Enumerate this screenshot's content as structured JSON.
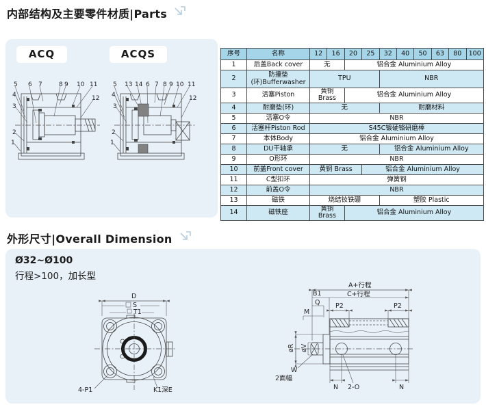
{
  "colors": {
    "panel_bg": "#e9f1f8",
    "table_header_bg": "#a5d5e8",
    "table_alt_row_bg": "#cfe9f4",
    "table_border": "#4a4a4a",
    "line": "#444444",
    "arrow_icon": "#b5cde0"
  },
  "titles": {
    "parts_section": "内部结构及主要零件材质|Parts",
    "dimension_section": "外形尺寸|Overall Dimension"
  },
  "diagram_panel": {
    "model_left": "ACQ",
    "model_right": "ACQS",
    "acq": {
      "t": [
        "5",
        "6",
        "7",
        "8",
        "9",
        "10",
        "11"
      ],
      "r": [
        "12"
      ],
      "l": [
        "4",
        "3",
        "2",
        "1"
      ]
    },
    "acqs": {
      "t": [
        "5",
        "13",
        "14",
        "6",
        "7",
        "8",
        "9",
        "10",
        "11"
      ],
      "r": [
        "12"
      ],
      "l": [
        "4",
        "3",
        "2",
        "1"
      ]
    }
  },
  "parts_table": {
    "headers": [
      "序号",
      "名称",
      "12",
      "16",
      "20",
      "25",
      "32",
      "40",
      "50",
      "63",
      "80",
      "100"
    ],
    "rows": [
      {
        "no": "1",
        "name": "后盖Back cover",
        "cells": [
          {
            "t": "无",
            "span": 2
          },
          {
            "t": "铝合金 Aluminium Alloy",
            "span": 8
          }
        ]
      },
      {
        "no": "2",
        "name": "防撞垫\n(环)Bufferwasher",
        "cells": [
          {
            "t": "TPU",
            "span": 4
          },
          {
            "t": "NBR",
            "span": 6
          }
        ]
      },
      {
        "no": "3",
        "name": "活塞Piston",
        "cells": [
          {
            "t": "黄铜 Brass",
            "span": 2
          },
          {
            "t": "铝合金 Aluminium Alloy",
            "span": 8
          }
        ]
      },
      {
        "no": "4",
        "name": "耐磨垫(环)",
        "cells": [
          {
            "t": "无",
            "span": 4
          },
          {
            "t": "耐磨材料",
            "span": 6
          }
        ]
      },
      {
        "no": "5",
        "name": "活塞O令",
        "cells": [
          {
            "t": "NBR",
            "span": 10
          }
        ]
      },
      {
        "no": "6",
        "name": "活塞杆Piston Rod",
        "cells": [
          {
            "t": "S45C镀硬铬研磨棒",
            "span": 10
          }
        ]
      },
      {
        "no": "7",
        "name": "本体Body",
        "cells": [
          {
            "t": "铝合金 Aluminium Alloy",
            "span": 10
          }
        ]
      },
      {
        "no": "8",
        "name": "DU干轴承",
        "cells": [
          {
            "t": "无",
            "span": 4
          },
          {
            "t": "铝合金 Aluminium Alloy",
            "span": 6
          }
        ]
      },
      {
        "no": "9",
        "name": "O形环",
        "cells": [
          {
            "t": "NBR",
            "span": 10
          }
        ]
      },
      {
        "no": "10",
        "name": "前盖Front cover",
        "cells": [
          {
            "t": "黄铜 Brass",
            "span": 3
          },
          {
            "t": "铝合金 Aluminium Alloy",
            "span": 7
          }
        ]
      },
      {
        "no": "11",
        "name": "C型扣环",
        "cells": [
          {
            "t": "弹簧钢",
            "span": 10
          }
        ]
      },
      {
        "no": "12",
        "name": "前盖O令",
        "cells": [
          {
            "t": "NBR",
            "span": 10
          }
        ]
      },
      {
        "no": "13",
        "name": "磁铁",
        "cells": [
          {
            "t": "烧结钕铁硼",
            "span": 4
          },
          {
            "t": "塑胶 Plastic",
            "span": 6
          }
        ]
      },
      {
        "no": "14",
        "name": "磁铁座",
        "cells": [
          {
            "t": "黄铜 Brass",
            "span": 2
          },
          {
            "t": "铝合金 Aluminium Alloy",
            "span": 8
          }
        ]
      }
    ]
  },
  "overall": {
    "bore_range": "Ø32~Ø100",
    "stroke_note": "行程>100，加长型",
    "front": {
      "D": "D",
      "S": "S",
      "T1": "T1",
      "P1": "4-P1",
      "K1": "K1深E"
    },
    "side": {
      "A": "A+行程",
      "B1": "B1",
      "C": "C+行程",
      "Q": "Q",
      "M": "M",
      "P2": "P2",
      "R": "øR",
      "V": "øV",
      "W": "W",
      "W_note": "2面幅",
      "N": "N",
      "O": "2-O"
    }
  }
}
